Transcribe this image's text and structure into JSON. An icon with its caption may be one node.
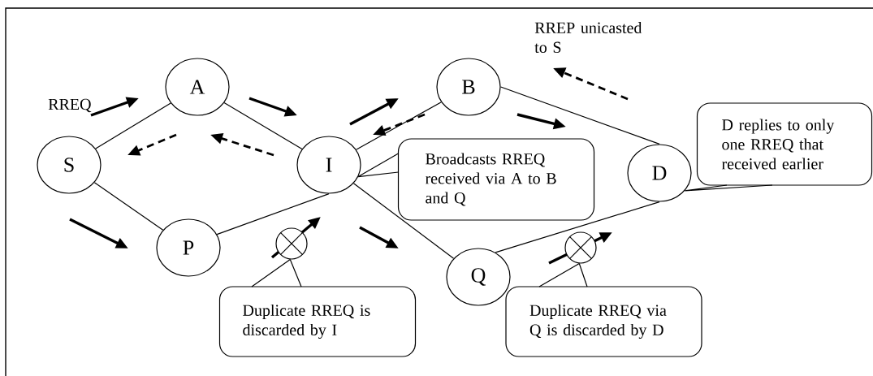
{
  "diagram": {
    "nodes": [
      {
        "text": [
          "S"
        ]
      },
      {
        "text": [
          "A"
        ]
      },
      {
        "text": [
          "I"
        ]
      },
      {
        "text": [
          "B"
        ]
      },
      {
        "text": [
          "P"
        ]
      },
      {
        "text": [
          "Q"
        ]
      },
      {
        "text": [
          "D"
        ]
      },
      {
        "text": [
          "Broadcasts RREQ received via A to B and Q"
        ]
      },
      {
        "text": [
          "D replies to only one RREQ that received earlier"
        ]
      },
      {
        "text": [],
        "shape": "circle"
      },
      {
        "text": [
          "Duplicate RREQ is discarded by I"
        ]
      },
      {
        "text": [],
        "shape": "circle"
      },
      {
        "text": [
          "Duplicate RREQ via Q is discarded by D"
        ]
      }
    ],
    "edges": [
      {
        "from": 0,
        "to": 1,
        "arrow": "none"
      },
      {
        "from": 1,
        "to": 2,
        "arrow": "none"
      },
      {
        "from": 0,
        "to": 4,
        "arrow": "none"
      },
      {
        "from": 4,
        "to": 2,
        "arrow": "none"
      },
      {
        "from": 2,
        "to": 3,
        "arrow": "none"
      },
      {
        "from": 2,
        "to": 5,
        "arrow": "none"
      },
      {
        "from": 3,
        "to": 6,
        "arrow": "none"
      },
      {
        "from": 5,
        "to": 6,
        "arrow": "none"
      },
      {
        "from": 7,
        "to": 2,
        "arrow": "none"
      },
      {
        "from": 8,
        "to": 6,
        "arrow": "none"
      },
      {
        "from": 10,
        "to": 9,
        "arrow": "none"
      },
      {
        "from": 12,
        "to": 11,
        "arrow": "none"
      }
    ],
    "labels": [
      "RREQ",
      "RREP unicasted to S"
    ]
  }
}
